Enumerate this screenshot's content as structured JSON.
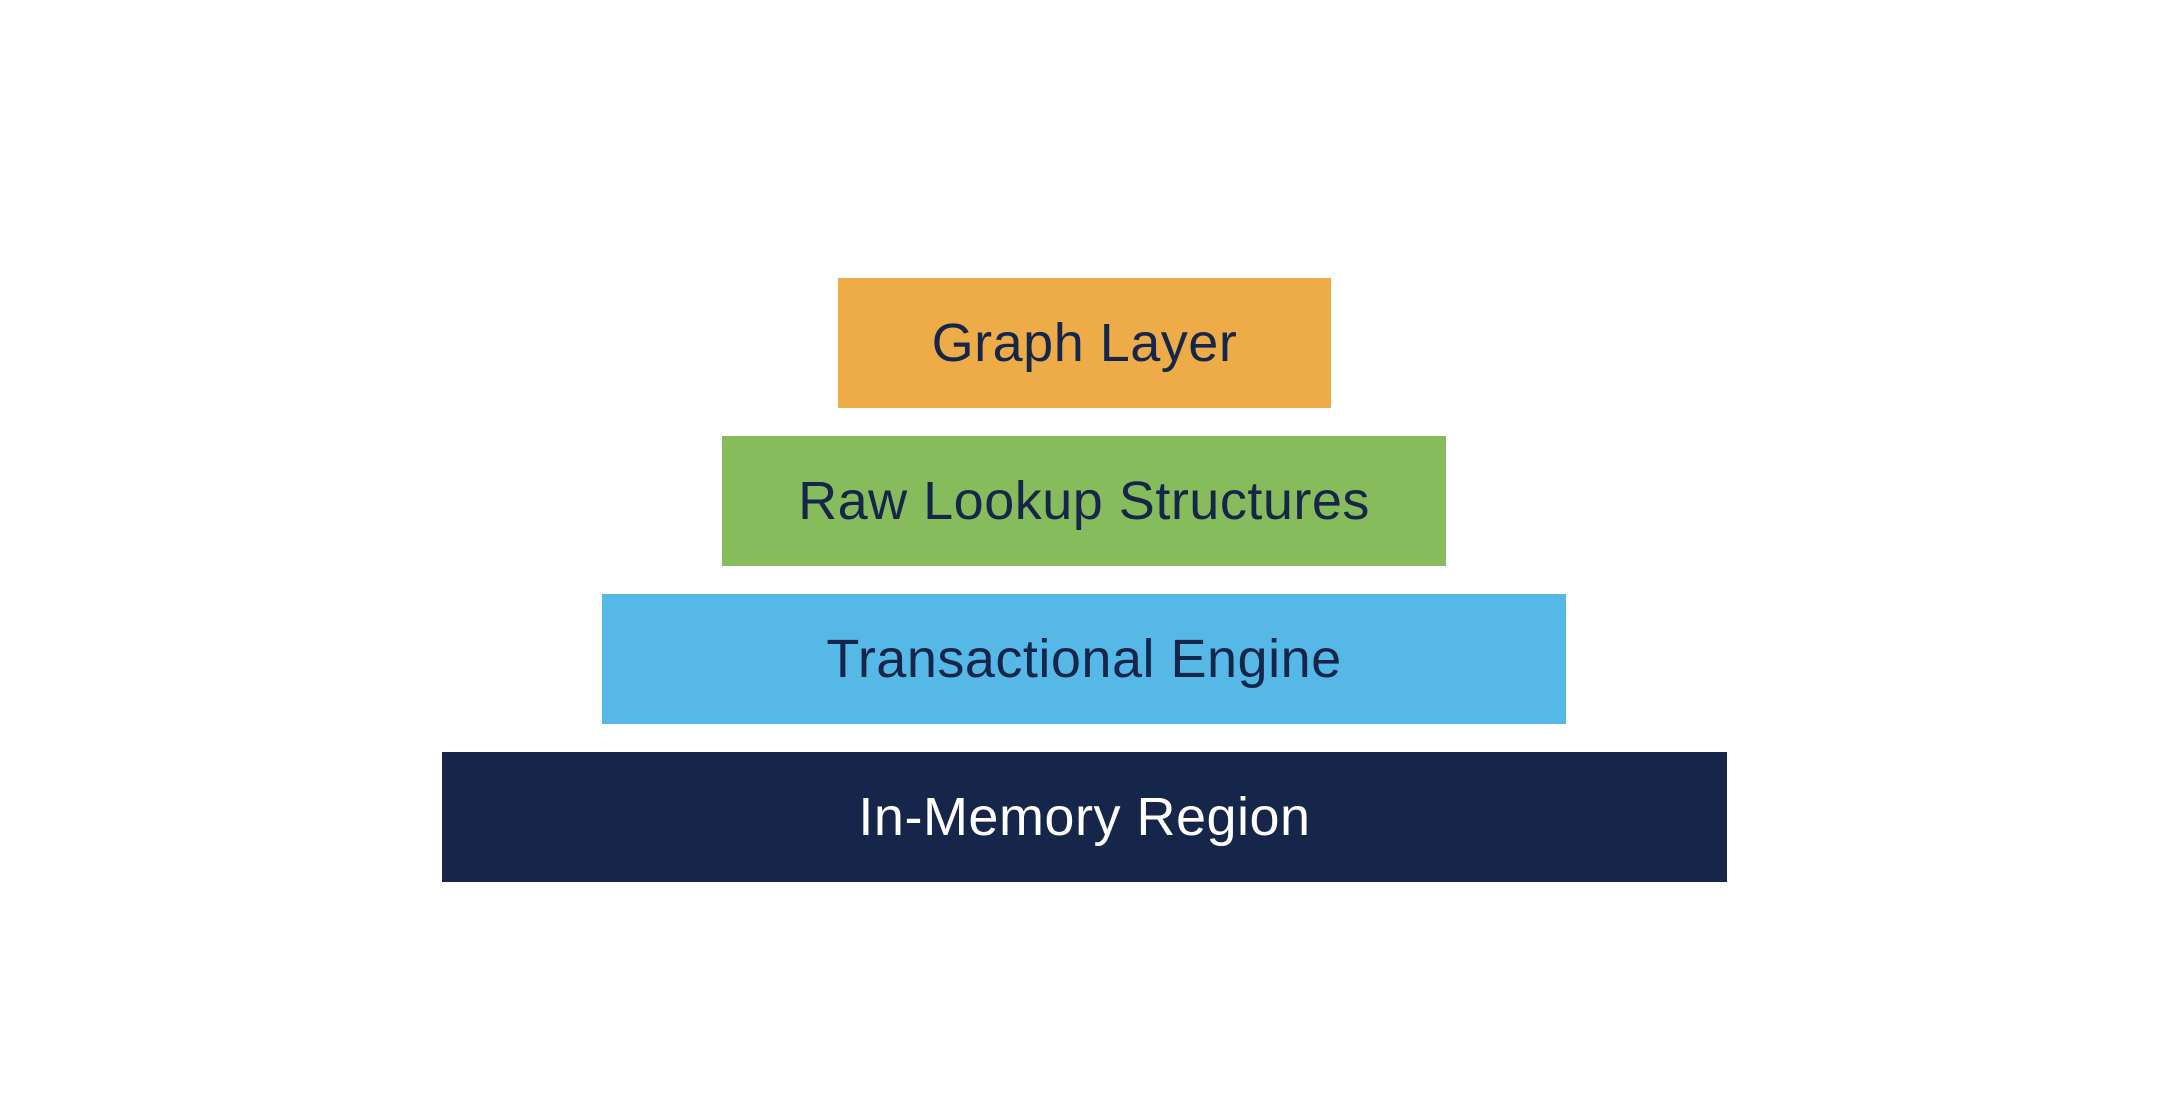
{
  "diagram": {
    "type": "layered-stack",
    "layers": [
      {
        "label": "Graph Layer",
        "color": "#eeac48"
      },
      {
        "label": "Raw Lookup Structures",
        "color": "#86bc5b"
      },
      {
        "label": "Transactional Engine",
        "color": "#55b8e7"
      },
      {
        "label": "In-Memory Region",
        "color": "#16264a"
      }
    ]
  }
}
